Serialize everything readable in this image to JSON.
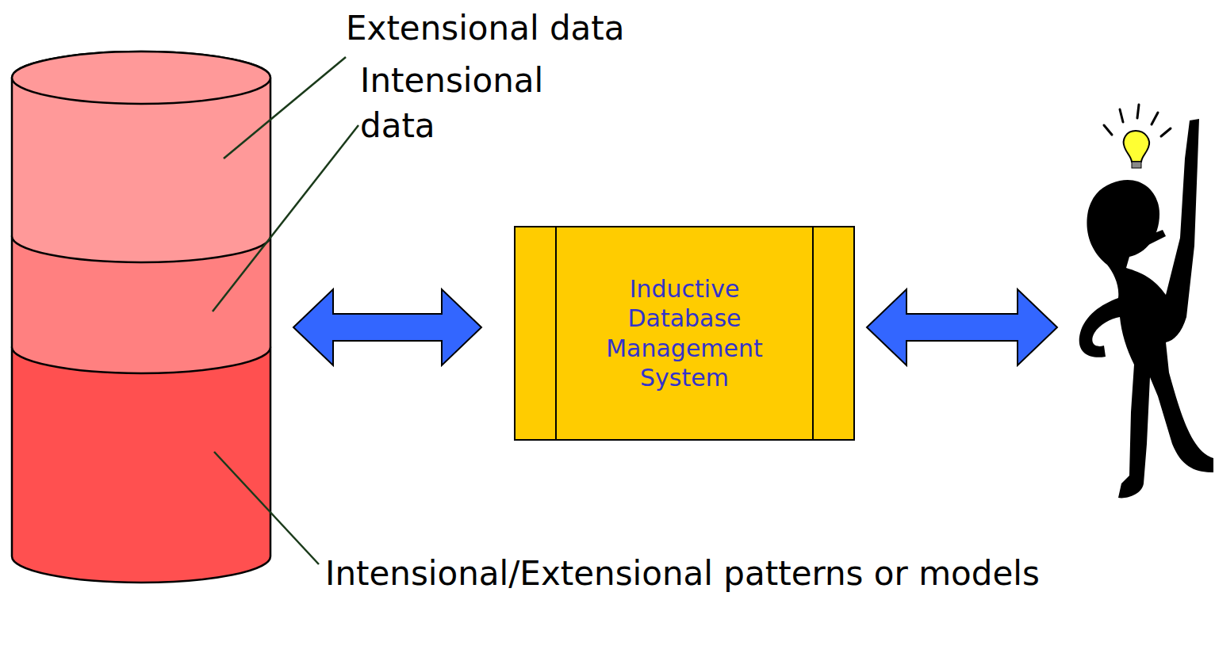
{
  "diagram": {
    "nodes": [
      {
        "text": [
          "Inductive Database Management System"
        ]
      }
    ],
    "labels": [
      "Extensional data",
      "Intensional data",
      "Intensional/Extensional patterns or models"
    ]
  }
}
